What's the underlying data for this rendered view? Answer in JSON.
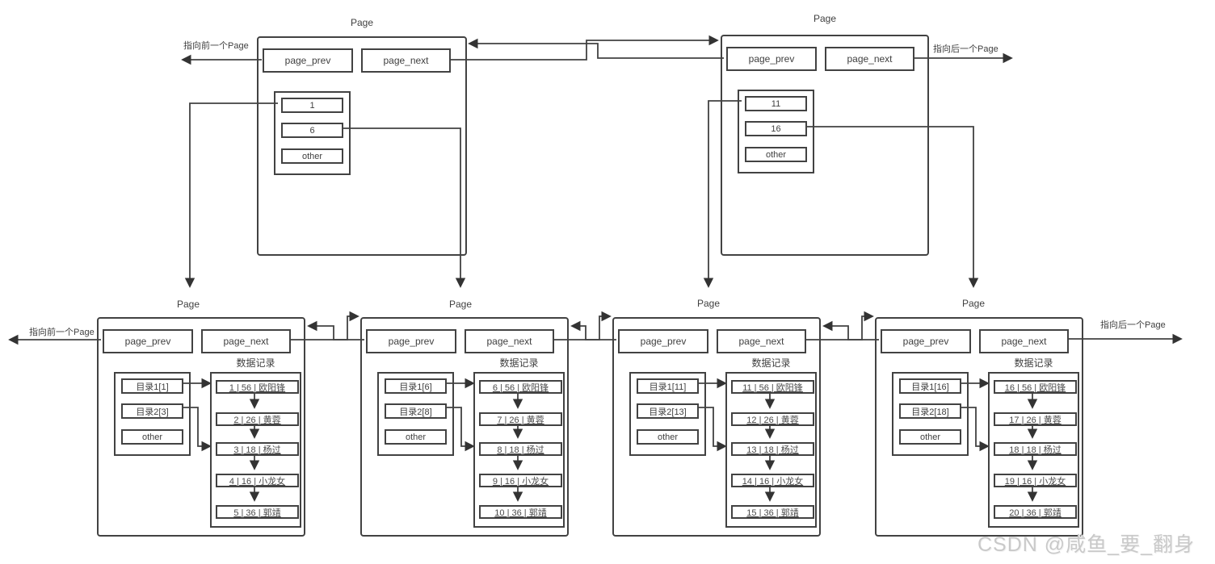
{
  "top_pages": [
    {
      "title": "Page",
      "prev": "page_prev",
      "next": "page_next",
      "entries": [
        "1",
        "6",
        "other"
      ]
    },
    {
      "title": "Page",
      "prev": "page_prev",
      "next": "page_next",
      "entries": [
        "11",
        "16",
        "other"
      ]
    }
  ],
  "bottom_pages": [
    {
      "title": "Page",
      "prev": "page_prev",
      "next": "page_next",
      "records_label": "数据记录",
      "directory": [
        "目录1[1]",
        "目录2[3]",
        "other"
      ],
      "records": [
        "1 | 56 | 欧阳锋",
        "2 | 26 | 黄蓉",
        "3 | 18 | 杨过",
        "4 | 16 | 小龙女",
        "5 | 36 | 郭靖"
      ]
    },
    {
      "title": "Page",
      "prev": "page_prev",
      "next": "page_next",
      "records_label": "数据记录",
      "directory": [
        "目录1[6]",
        "目录2[8]",
        "other"
      ],
      "records": [
        "6 | 56 | 欧阳锋",
        "7 | 26 | 黄蓉",
        "8 | 18 | 杨过",
        "9 | 16 | 小龙女",
        "10 | 36 | 郭靖"
      ]
    },
    {
      "title": "Page",
      "prev": "page_prev",
      "next": "page_next",
      "records_label": "数据记录",
      "directory": [
        "目录1[11]",
        "目录2[13]",
        "other"
      ],
      "records": [
        "11 | 56 | 欧阳锋",
        "12 | 26 | 黄蓉",
        "13 | 18 | 杨过",
        "14 | 16 | 小龙女",
        "15 | 36 | 郭靖"
      ]
    },
    {
      "title": "Page",
      "prev": "page_prev",
      "next": "page_next",
      "records_label": "数据记录",
      "directory": [
        "目录1[16]",
        "目录2[18]",
        "other"
      ],
      "records": [
        "16 | 56 | 欧阳锋",
        "17 | 26 | 黄蓉",
        "18 | 18 | 杨过",
        "19 | 16 | 小龙女",
        "20 | 36 | 郭靖"
      ]
    }
  ],
  "labels": {
    "prev_top": "指向前一个Page",
    "next_top": "指向后一个Page",
    "prev_bottom": "指向前一个Page",
    "next_bottom": "指向后一个Page"
  },
  "watermark": "CSDN @咸鱼_要_翻身",
  "colors": {
    "line": "#404040",
    "text": "#404040",
    "watermark": "#c9c9c9",
    "background": "#ffffff"
  }
}
